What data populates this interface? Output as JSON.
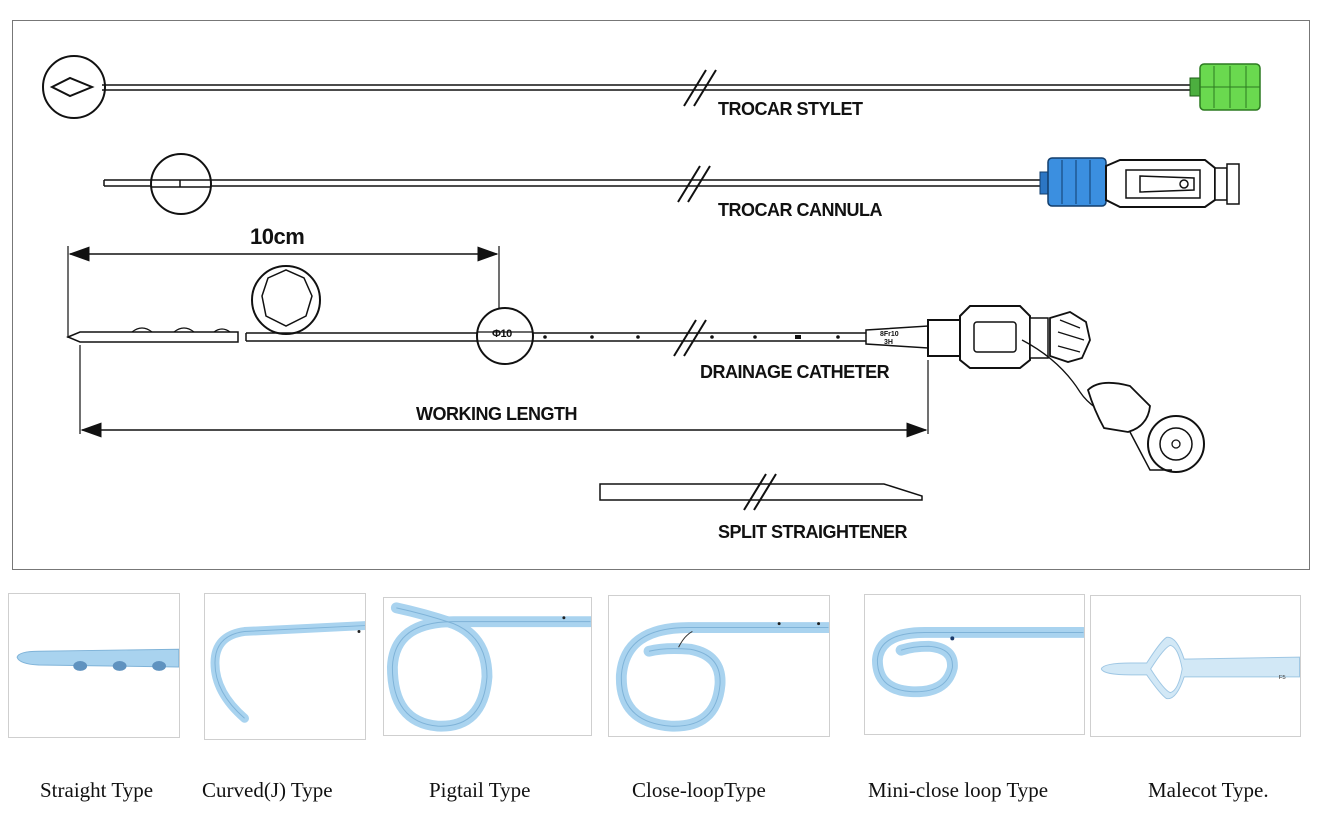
{
  "diagram": {
    "components": {
      "trocar_stylet": "TROCAR STYLET",
      "trocar_cannula": "TROCAR CANNULA",
      "drainage_catheter": "DRAINAGE CATHETER",
      "split_straightener": "SPLIT STRAIGHTENER"
    },
    "dimensions": {
      "coil_length": "10cm",
      "working_length": "WORKING LENGTH",
      "diameter_marker": "Φ10"
    },
    "colors": {
      "stylet_hub": "#5fd84a",
      "cannula_hub": "#3b8fe0",
      "catheter_tube": "#a9d3ef",
      "line": "#222222"
    }
  },
  "catheter_types": [
    {
      "label": "Straight  Type"
    },
    {
      "label": "Curved(J) Type"
    },
    {
      "label": "Pigtail Type"
    },
    {
      "label": "Close-loopType"
    },
    {
      "label": "Mini-close loop Type"
    },
    {
      "label": "Malecot Type."
    }
  ]
}
